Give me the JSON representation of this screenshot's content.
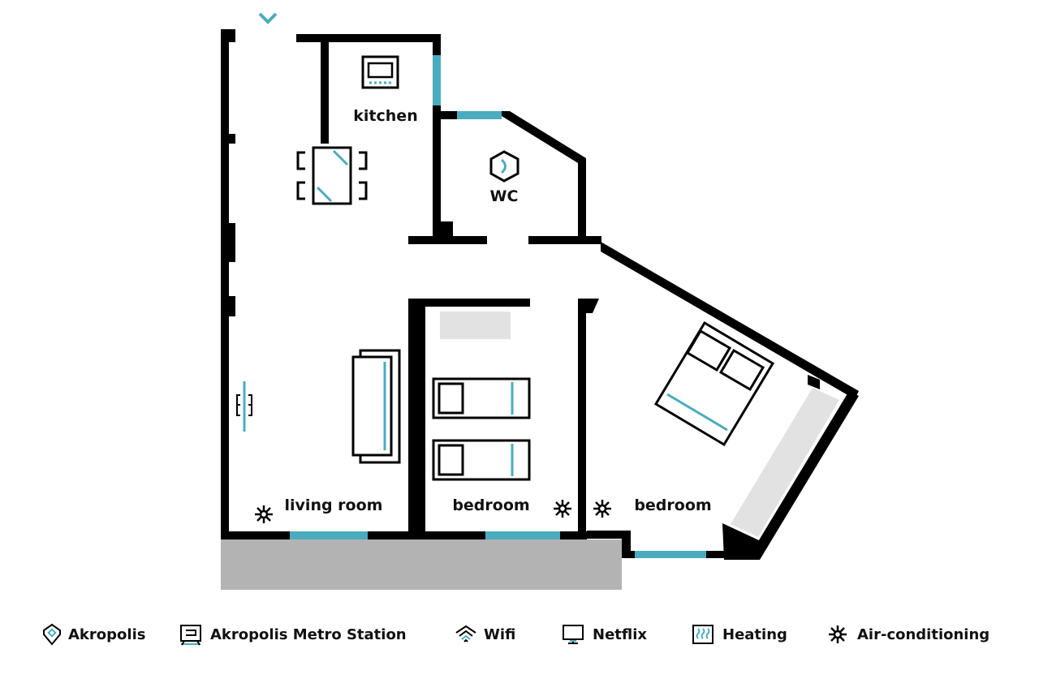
{
  "rooms": {
    "kitchen": "kitchen",
    "wc": "WC",
    "living_room": "living room",
    "bedroom_1": "bedroom",
    "bedroom_2": "bedroom"
  },
  "legend": {
    "akropolis": "Akropolis",
    "metro": "Akropolis Metro Station",
    "wifi": "Wifi",
    "netflix": "Netflix",
    "heating": "Heating",
    "aircon": "Air-conditioning"
  },
  "colors": {
    "wall": "#000000",
    "window": "#4aacbe",
    "balcony": "#b3b3b3",
    "wardrobe": "#e2e2e2"
  }
}
